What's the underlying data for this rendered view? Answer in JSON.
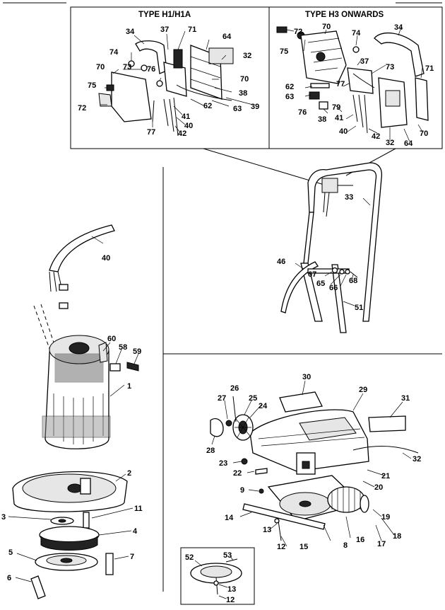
{
  "titles": {
    "type_h1": "TYPE H1/H1A",
    "type_h3": "TYPE H3  ONWARDS"
  },
  "labels": {
    "p1": "1",
    "p2": "2",
    "p3": "3",
    "p4": "4",
    "p5": "5",
    "p6": "6",
    "p7": "7",
    "p8": "8",
    "p9": "9",
    "p11": "11",
    "p12a": "12",
    "p12b": "12",
    "p13a": "13",
    "p13b": "13",
    "p14": "14",
    "p15": "15",
    "p16": "16",
    "p17": "17",
    "p18": "18",
    "p19": "19",
    "p20": "20",
    "p21": "21",
    "p22": "22",
    "p23": "23",
    "p24": "24",
    "p25": "25",
    "p26": "26",
    "p27": "27",
    "p28": "28",
    "p29": "29",
    "p30": "30",
    "p31": "31",
    "p32a": "32",
    "p32b": "32",
    "p32c": "32",
    "p33": "33",
    "p34a": "34",
    "p34b": "34",
    "p37a": "37",
    "p37b": "37",
    "p38a": "38",
    "p38b": "38",
    "p39": "39",
    "p40a": "40",
    "p40b": "40",
    "p40c": "40",
    "p41a": "41",
    "p41b": "41",
    "p42a": "42",
    "p42b": "42",
    "p46": "46",
    "p51": "51",
    "p52": "52",
    "p53": "53",
    "p58": "58",
    "p59": "59",
    "p60": "60",
    "p62a": "62",
    "p62b": "62",
    "p63a": "63",
    "p63b": "63",
    "p64a": "64",
    "p64b": "64",
    "p65": "65",
    "p66": "66",
    "p67": "67",
    "p68": "68",
    "p70a": "70",
    "p70b": "70",
    "p70c": "70",
    "p70d": "70",
    "p71a": "71",
    "p71b": "71",
    "p72a": "72",
    "p72b": "72",
    "p73a": "73",
    "p73b": "73",
    "p74a": "74",
    "p74b": "74",
    "p75a": "75",
    "p75b": "75",
    "p76a": "76",
    "p76b": "76",
    "p77a": "77",
    "p77b": "77",
    "p79": "79"
  }
}
